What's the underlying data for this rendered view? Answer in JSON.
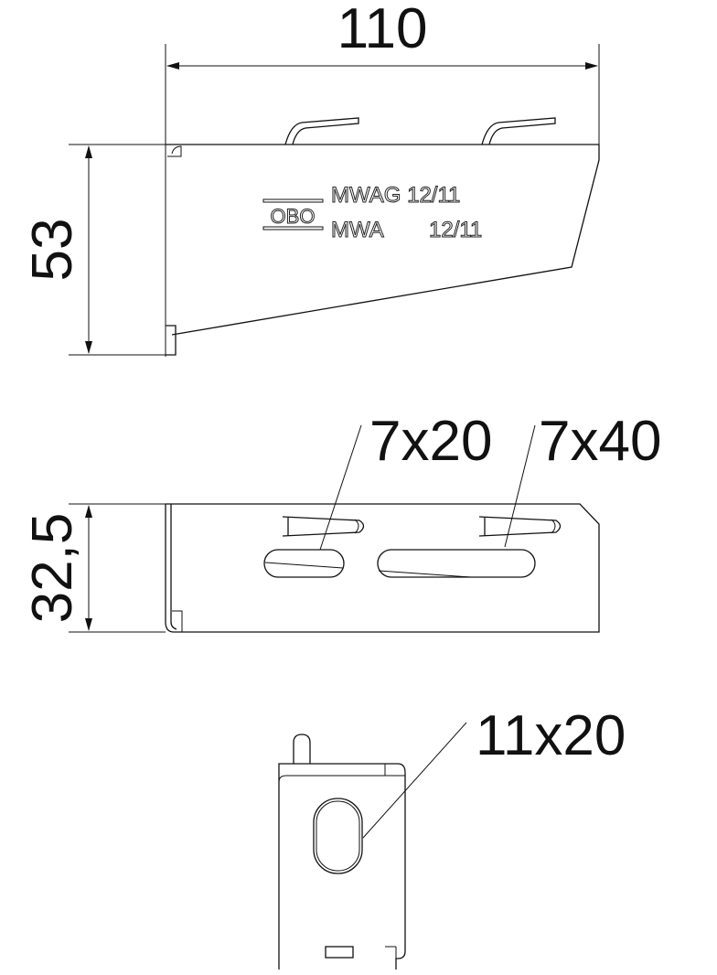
{
  "dimensions": {
    "width_top": "110",
    "height_side": "53",
    "height_bottom_view": "32,5",
    "slot_1": "7x20",
    "slot_2": "7x40",
    "slot_end": "11x20"
  },
  "marking": {
    "logo": "OBO",
    "line_1": "MWAG 12/11",
    "line_2_model": "MWA",
    "line_2_code": "12/11"
  }
}
